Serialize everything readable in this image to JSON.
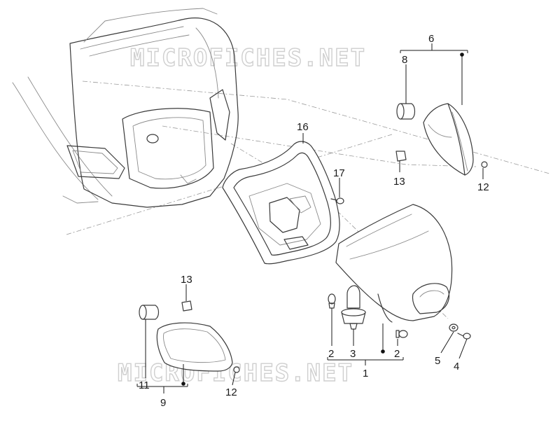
{
  "watermark": {
    "top": "MICROFICHES.NET",
    "bottom": "MICROFICHES.NET"
  },
  "callouts": {
    "c1": "1",
    "c2a": "2",
    "c2b": "2",
    "c3": "3",
    "c4": "4",
    "c5": "5",
    "c6": "6",
    "c8": "8",
    "c9": "9",
    "c11": "11",
    "c12a": "12",
    "c12b": "12",
    "c13a": "13",
    "c13b": "13",
    "c16": "16",
    "c17": "17"
  }
}
